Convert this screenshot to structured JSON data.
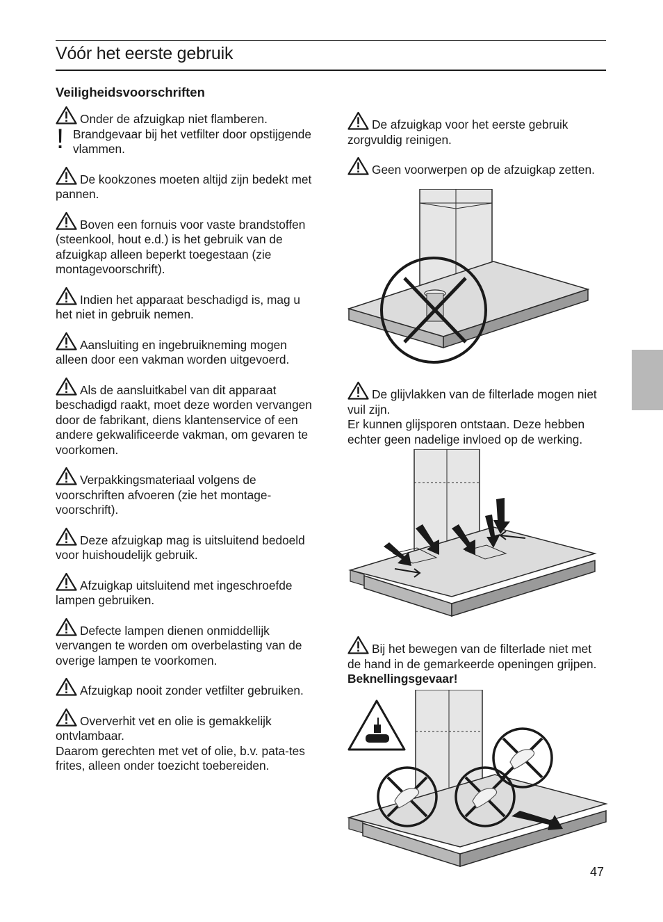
{
  "page": {
    "title": "Vóór het eerste gebruik",
    "section_heading": "Veiligheidsvoorschriften",
    "page_number": "47"
  },
  "left_column": [
    {
      "text": "Onder de afzuigkap niet flamberen. Brandgevaar bij het vetfilter door opstijgende vlammen.",
      "exclamation": "!"
    },
    {
      "text": "De kookzones moeten altijd zijn bedekt met pannen."
    },
    {
      "text": "Boven een fornuis voor vaste brandstoffen (steenkool, hout e.d.) is het gebruik van de afzuigkap alleen beperkt toegestaan (zie montagevoorschrift)."
    },
    {
      "text": "Indien het apparaat beschadigd is, mag u het niet in gebruik nemen."
    },
    {
      "text": "Aansluiting en ingebruikneming mogen alleen door een vakman worden uitgevoerd."
    },
    {
      "text": "Als de aansluitkabel van dit apparaat beschadigd raakt, moet deze worden vervangen door de fabrikant, diens klantenservice of een andere gekwalificeerde vakman, om gevaren te voorkomen."
    },
    {
      "text": "Verpakkingsmateriaal volgens de voorschriften afvoeren (zie het montage-voorschrift)."
    },
    {
      "text": "Deze afzuigkap mag is uitsluitend bedoeld voor huishoudelijk gebruik."
    },
    {
      "text": "Afzuigkap uitsluitend met ingeschroefde lampen gebruiken."
    },
    {
      "text": "Defecte lampen dienen onmiddellijk vervangen te worden om overbelasting van de overige lampen te voorkomen."
    },
    {
      "text": "Afzuigkap nooit zonder vetfilter gebruiken."
    },
    {
      "text": "Oververhit vet en olie is gemakkelijk ontvlambaar.",
      "extra": "Daarom gerechten met vet of olie, b.v. pata-tes frites, alleen onder toezicht toebereiden."
    }
  ],
  "right_column": {
    "item1": "De afzuigkap voor het eerste gebruik zorgvuldig reinigen.",
    "item2": "Geen voorwerpen op de afzuigkap zetten.",
    "item3": "De glijvlakken van de filterlade mogen niet vuil zijn.",
    "item3_extra": "Er kunnen glijsporen ontstaan. Deze hebben echter geen nadelige invloed op de werking.",
    "item4": "Bij het bewegen van de filterlade niet met de hand in de gemarkeerde openingen grijpen.",
    "item4_bold": "Beknellingsgevaar!"
  },
  "icons": {
    "warning": "warning-triangle-icon",
    "prohibition": "prohibition-cross-icon",
    "hand_crush": "hand-crush-warning-icon"
  },
  "colors": {
    "text": "#1a1a1a",
    "side_tab": "#b8b8b8"
  }
}
